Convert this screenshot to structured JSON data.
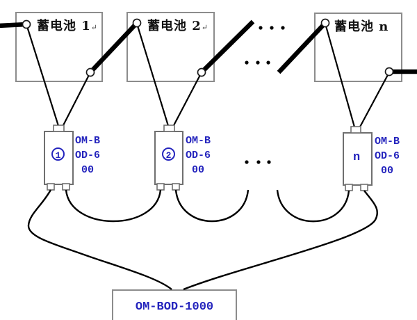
{
  "diagram": {
    "title_hint": "battery monitoring wiring diagram",
    "colors": {
      "accent_blue": "#2424bd",
      "wire_black": "#000000",
      "box_border_gray": "#8c8c8c"
    },
    "ellipsis": "· · ·",
    "batteries": [
      {
        "label": "蓄电池 1",
        "mark": "↵"
      },
      {
        "label": "蓄电池 2",
        "mark": "↵"
      },
      {
        "label": "蓄电池 n",
        "mark": ""
      }
    ],
    "monitors": [
      {
        "number": "1",
        "model_lines": {
          "l1": "OM-B",
          "l2": "OD-6",
          "l3": "00"
        }
      },
      {
        "number": "2",
        "model_lines": {
          "l1": "OM-B",
          "l2": "OD-6",
          "l3": "00"
        }
      },
      {
        "number": "n",
        "model_lines": {
          "l1": "OM-B",
          "l2": "OD-6",
          "l3": "00"
        }
      }
    ],
    "controller": {
      "label": "OM-BOD-1000"
    }
  }
}
